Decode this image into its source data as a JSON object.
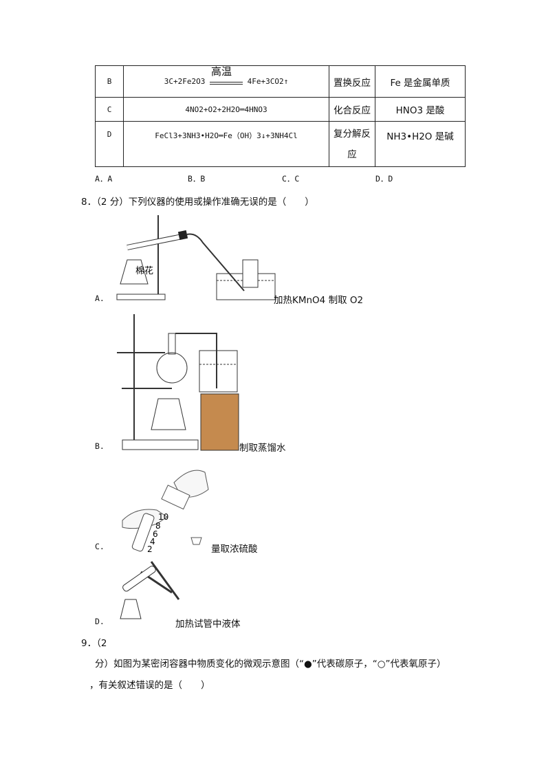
{
  "table": {
    "rows": [
      {
        "label": "B",
        "equation_left": "3C+2Fe2O3",
        "condition": "高温",
        "equation_right": "4Fe+3CO2↑",
        "reaction_type": "置换反应",
        "note": "Fe 是金属单质"
      },
      {
        "label": "C",
        "equation": "4NO2+O2+2H2O═4HNO3",
        "reaction_type": "化合反应",
        "note": "HNO3 是酸"
      },
      {
        "label": "D",
        "equation": "FeCl3+3NH3•H2O═Fe（OH）3↓+3NH4Cl",
        "reaction_type_line1": "复分解反",
        "reaction_type_line2": "应",
        "note": "NH3•H2O 是碱"
      }
    ]
  },
  "q7_options": [
    "A．A",
    "B．B",
    "C．C",
    "D．D"
  ],
  "q8": {
    "stem": "8．（2 分）下列仪器的使用或操作准确无误的是（　　）",
    "options": [
      {
        "letter": "A.",
        "caption": "加热KMnO4 制取 O2",
        "label_cotton": "棉花"
      },
      {
        "letter": "B.",
        "caption": "制取蒸馏水"
      },
      {
        "letter": "C.",
        "caption": "量取浓硫酸",
        "scale": [
          "10",
          "8",
          "6",
          "4",
          "2"
        ]
      },
      {
        "letter": "D.",
        "caption": "加热试管中液体"
      }
    ]
  },
  "q9": {
    "line1": "9．（2",
    "line2": "分）如图为某密闭容器中物质变化的微观示意图（“●”代表碳原子，“○”代表氧原子）",
    "line3": "，有关叙述错误的是（　　）"
  }
}
